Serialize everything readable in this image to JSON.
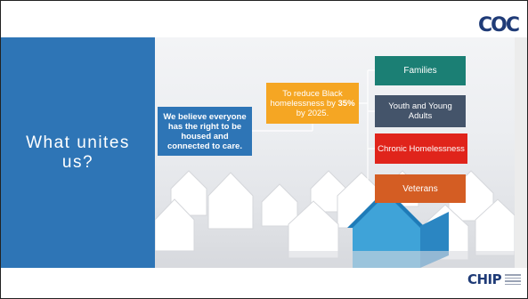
{
  "slide": {
    "title": "What unites us?",
    "belief_text": "We believe everyone has the right to be housed and connected to care.",
    "goal": {
      "prefix": "To reduce Black homelessness by ",
      "highlight": "35%",
      "suffix": " by 2025."
    },
    "groups": [
      {
        "label": "Families"
      },
      {
        "label": "Youth and Young Adults"
      },
      {
        "label": "Chronic Homelessness"
      },
      {
        "label": "Veterans"
      }
    ]
  },
  "logos": {
    "top_right": "COC",
    "bottom_right": "CHIP"
  },
  "colors": {
    "title_panel": "#2E75B6",
    "belief_box": "#2E75B6",
    "goal_box": "#F5A623",
    "families_box": "#1B7F74",
    "youth_box": "#44546A",
    "chronic_box": "#E0241B",
    "veterans_box": "#D45D23"
  }
}
